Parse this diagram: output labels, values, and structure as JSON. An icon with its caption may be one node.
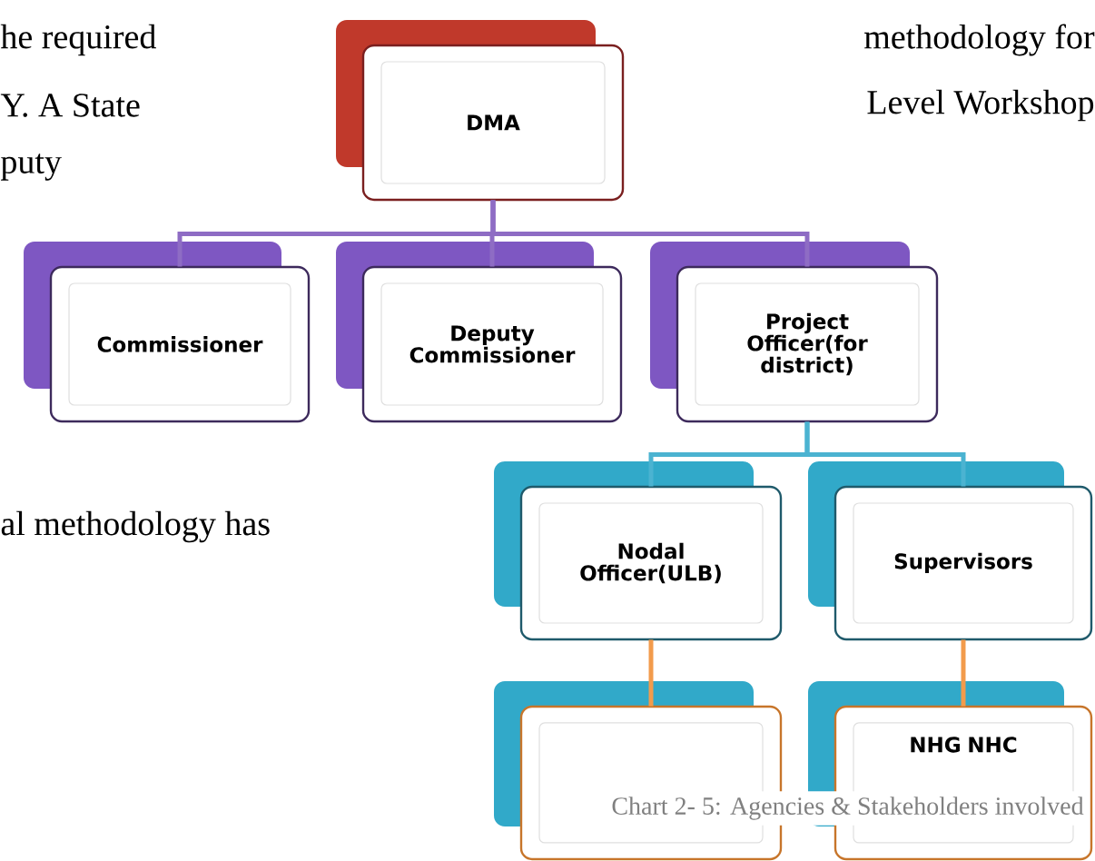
{
  "diagram": {
    "caption": "Chart 2- 5: Agencies & Stakeholders involved",
    "nodes": [
      {
        "text": [
          "DMA"
        ]
      },
      {
        "text": [
          "Commissioner"
        ]
      },
      {
        "text": [
          "Deputy Commissioner"
        ]
      },
      {
        "text": [
          "Project Officer(for district)"
        ]
      },
      {
        "text": [
          "Nodal Officer(ULB)"
        ]
      },
      {
        "text": [
          "Supervisors"
        ]
      },
      {
        "text": [],
        "shape": "box"
      },
      {
        "text": [
          "NHG NHC"
        ]
      }
    ],
    "edges": [
      {
        "from": 0,
        "to": 1,
        "arrow": "none"
      },
      {
        "from": 0,
        "to": 2,
        "arrow": "none"
      },
      {
        "from": 0,
        "to": 3,
        "arrow": "none"
      },
      {
        "from": 3,
        "to": 4,
        "arrow": "none",
        "color": "#4bb3d1"
      },
      {
        "from": 3,
        "to": 5,
        "arrow": "none",
        "color": "#4bb3d1"
      },
      {
        "from": 4,
        "to": 6,
        "arrow": "none",
        "color": "#f29b4c"
      },
      {
        "from": 5,
        "to": 7,
        "arrow": "none",
        "color": "#f29b4c"
      }
    ],
    "labels": [
      "he required",
      "methodology for",
      "Y. A State",
      "Level Workshop",
      "puty",
      "al methodology has"
    ]
  }
}
